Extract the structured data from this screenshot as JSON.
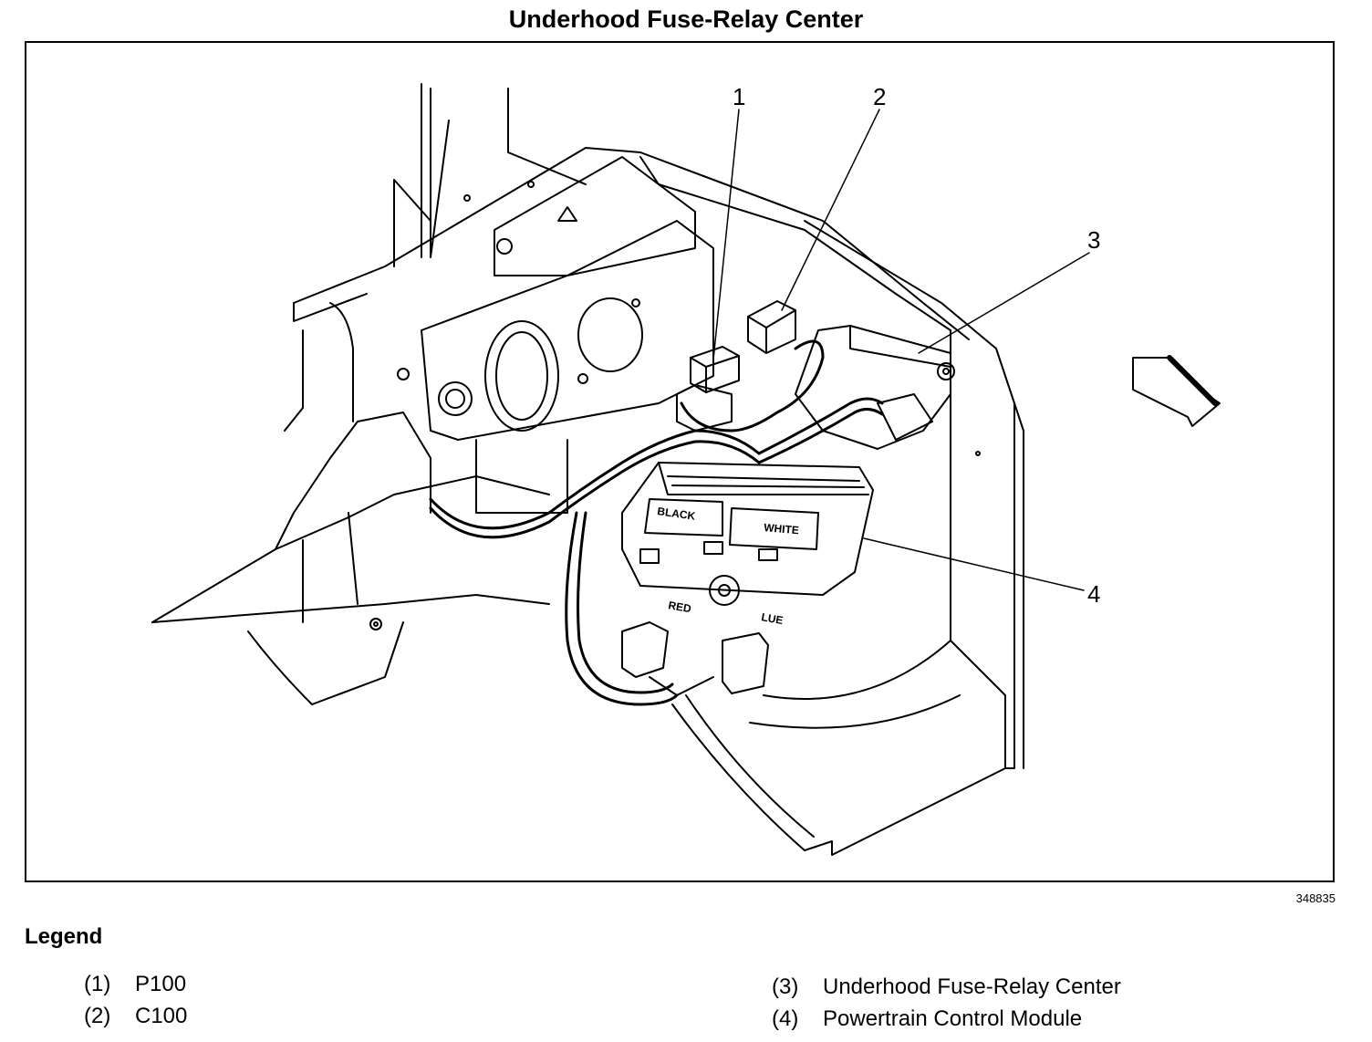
{
  "title": "Underhood Fuse-Relay Center",
  "figure_id": "348835",
  "callouts": [
    "1",
    "2",
    "3",
    "4"
  ],
  "connector_labels": {
    "black": "BLACK",
    "white": "WHITE",
    "red": "RED",
    "blue": "LUE"
  },
  "legend": {
    "heading": "Legend",
    "items": [
      {
        "num": "(1)",
        "label": "P100"
      },
      {
        "num": "(2)",
        "label": "C100"
      },
      {
        "num": "(3)",
        "label": "Underhood Fuse-Relay Center"
      },
      {
        "num": "(4)",
        "label": "Powertrain Control Module"
      }
    ]
  }
}
